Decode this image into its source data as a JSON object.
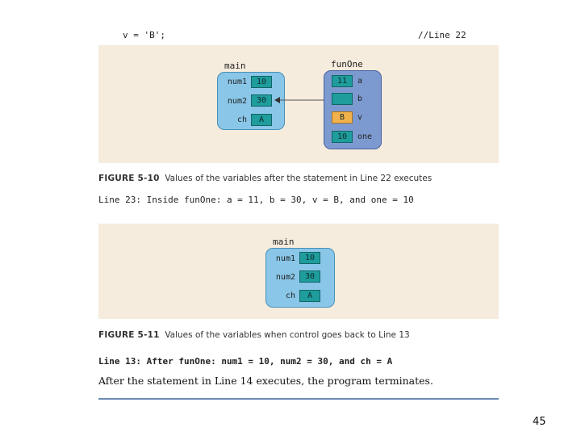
{
  "top_code": {
    "left": "v = 'B';",
    "right": "//Line 22"
  },
  "fig10": {
    "main": {
      "title": "main",
      "vars": [
        {
          "name": "num1",
          "value": "10"
        },
        {
          "name": "num2",
          "value": "30"
        },
        {
          "name": "ch",
          "value": "A"
        }
      ]
    },
    "funone": {
      "title": "funOne",
      "vars": [
        {
          "name": "a",
          "value": "11"
        },
        {
          "name": "b",
          "value": ""
        },
        {
          "name": "v",
          "value": "B"
        },
        {
          "name": "one",
          "value": "10"
        }
      ]
    },
    "caption_label": "FIGURE 5-10",
    "caption_text": "Values of the variables after the statement in Line 22 executes"
  },
  "line23": "Line 23: Inside funOne: a = 11, b = 30, v = B, and one = 10",
  "fig11": {
    "main": {
      "title": "main",
      "vars": [
        {
          "name": "num1",
          "value": "10"
        },
        {
          "name": "num2",
          "value": "30"
        },
        {
          "name": "ch",
          "value": "A"
        }
      ]
    },
    "caption_label": "FIGURE 5-11",
    "caption_text": "Values of the variables when control goes back to Line 13"
  },
  "line13": "Line 13: After funOne: num1 = 10, num2 = 30, and ch = A",
  "terminate": "After the statement in Line 14 executes, the program terminates.",
  "page_number": "45",
  "colors": {
    "panel": "#f5ecdd",
    "main_frame": "#89c6e8",
    "fun_frame": "#7d9ad0",
    "cell": "#1f9c9c",
    "char_cell": "#f1b24c",
    "rule": "#6b8cb3"
  }
}
